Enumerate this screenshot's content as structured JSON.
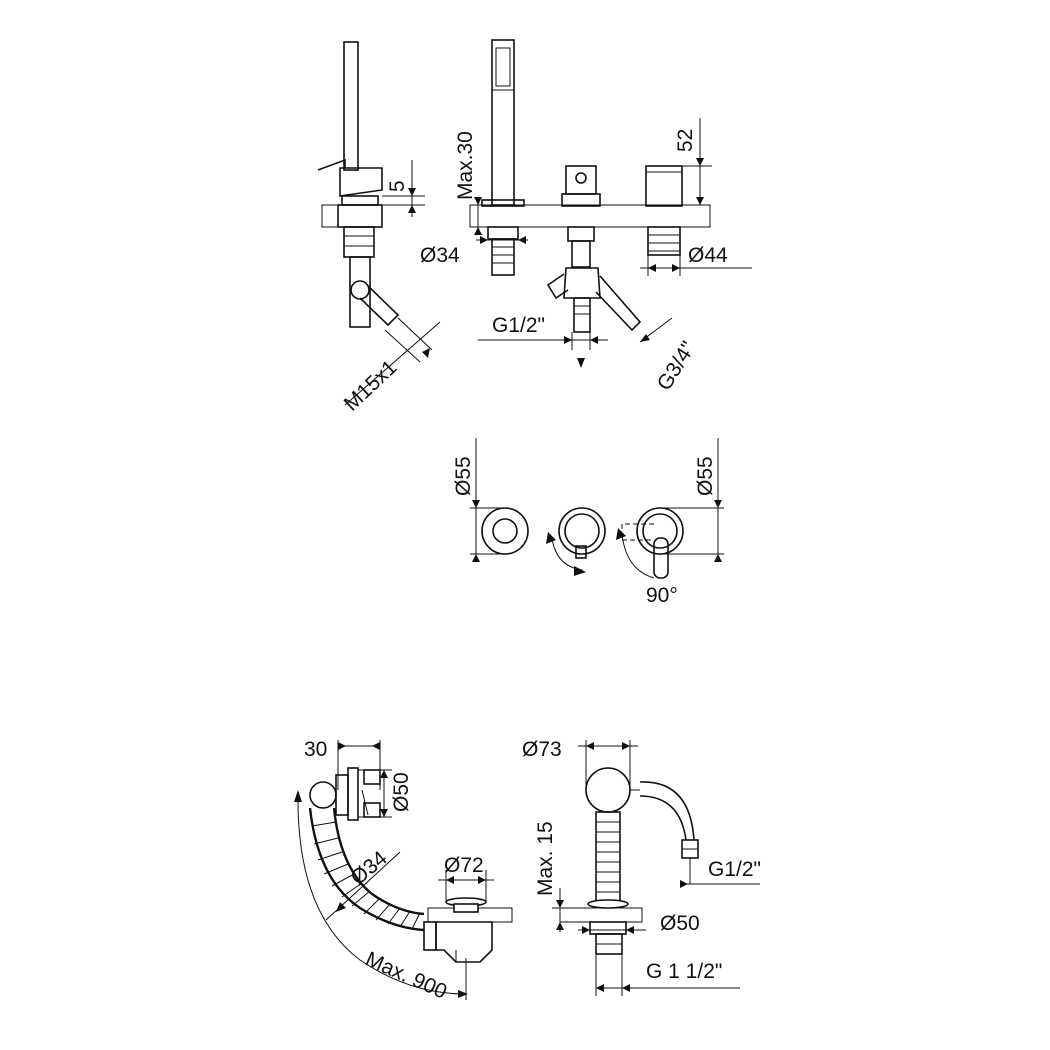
{
  "labels": {
    "max30": "Max.30",
    "five": "5",
    "d34_top": "Ø34",
    "fiftytwo": "52",
    "d44": "Ø44",
    "g12_top": "G1/2\"",
    "g34": "G3/4\"",
    "m15": "M15x1",
    "d55_left": "Ø55",
    "d55_right": "Ø55",
    "angle": "90°",
    "thirty": "30",
    "d50_top": "Ø50",
    "d34_hose": "Ø34",
    "d72": "Ø72",
    "max900": "Max. 900",
    "d73": "Ø73",
    "max15": "Max. 15",
    "g12_bottom": "G1/2\"",
    "d50_bottom": "Ø50",
    "g112": "G 1 1/2\""
  }
}
